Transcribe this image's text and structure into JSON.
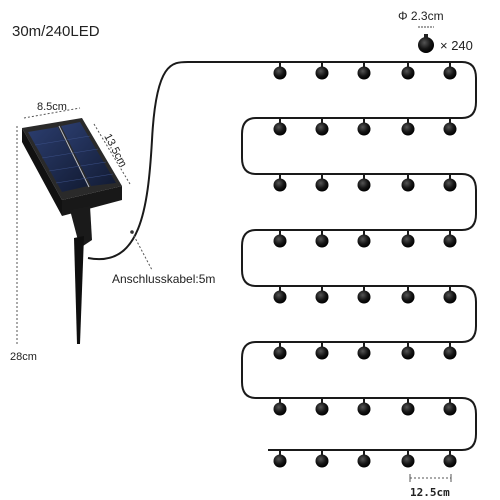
{
  "header": {
    "title": "30m/240LED"
  },
  "bulb_spec": {
    "diameter": "Φ 2.3cm",
    "count": "× 240"
  },
  "panel": {
    "width_label": "8.5cm",
    "height_label": "13.5cm"
  },
  "stake": {
    "height_label": "28cm"
  },
  "cable": {
    "label": "Anschlusskabel:5m"
  },
  "spacing": {
    "label": "12.5cm"
  },
  "colors": {
    "line": "#1a1a1a",
    "bulb": "#111111",
    "panel": "#1d2a4a"
  }
}
